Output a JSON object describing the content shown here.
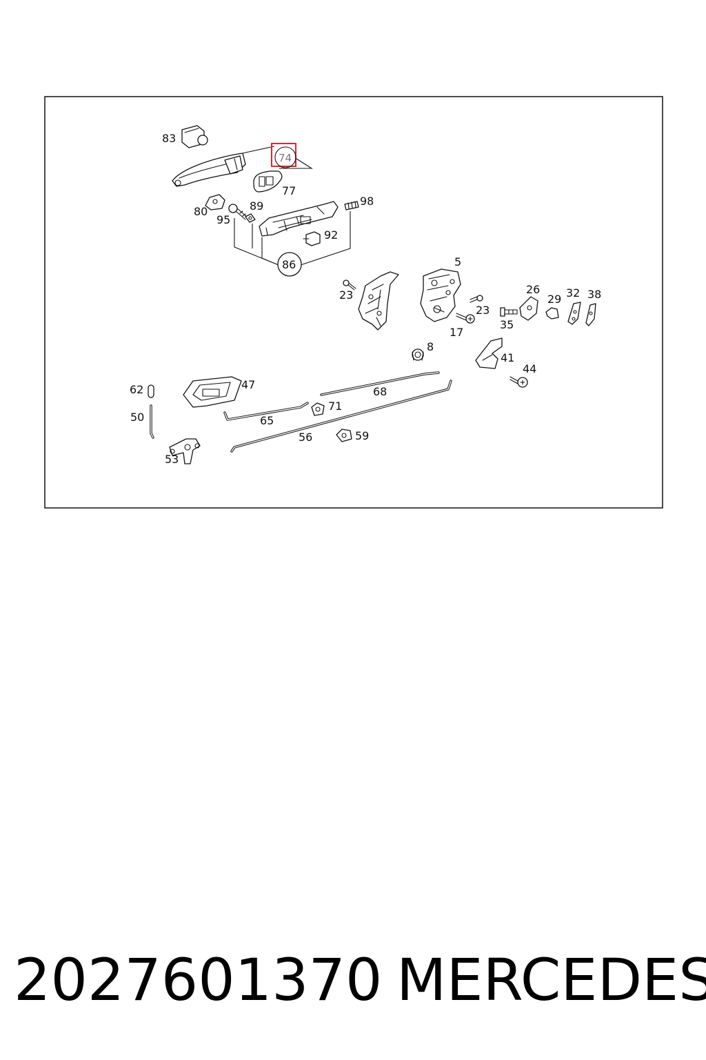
{
  "diagram": {
    "highlight_color": "#e0262d",
    "highlighted_callout": "74",
    "callouts": {
      "c83": "83",
      "c74": "74",
      "c77": "77",
      "c80": "80",
      "c89": "89",
      "c95": "95",
      "c98": "98",
      "c92": "92",
      "c86": "86",
      "c5": "5",
      "c23a": "23",
      "c23b": "23",
      "c26": "26",
      "c29": "29",
      "c32": "32",
      "c38": "38",
      "c35": "35",
      "c17": "17",
      "c8": "8",
      "c41": "41",
      "c44": "44",
      "c62": "62",
      "c47": "47",
      "c71": "71",
      "c68": "68",
      "c50": "50",
      "c65": "65",
      "c56": "56",
      "c59": "59",
      "c53": "53"
    }
  },
  "caption": {
    "part_number": "2027601370",
    "brand": "MERCEDES"
  }
}
